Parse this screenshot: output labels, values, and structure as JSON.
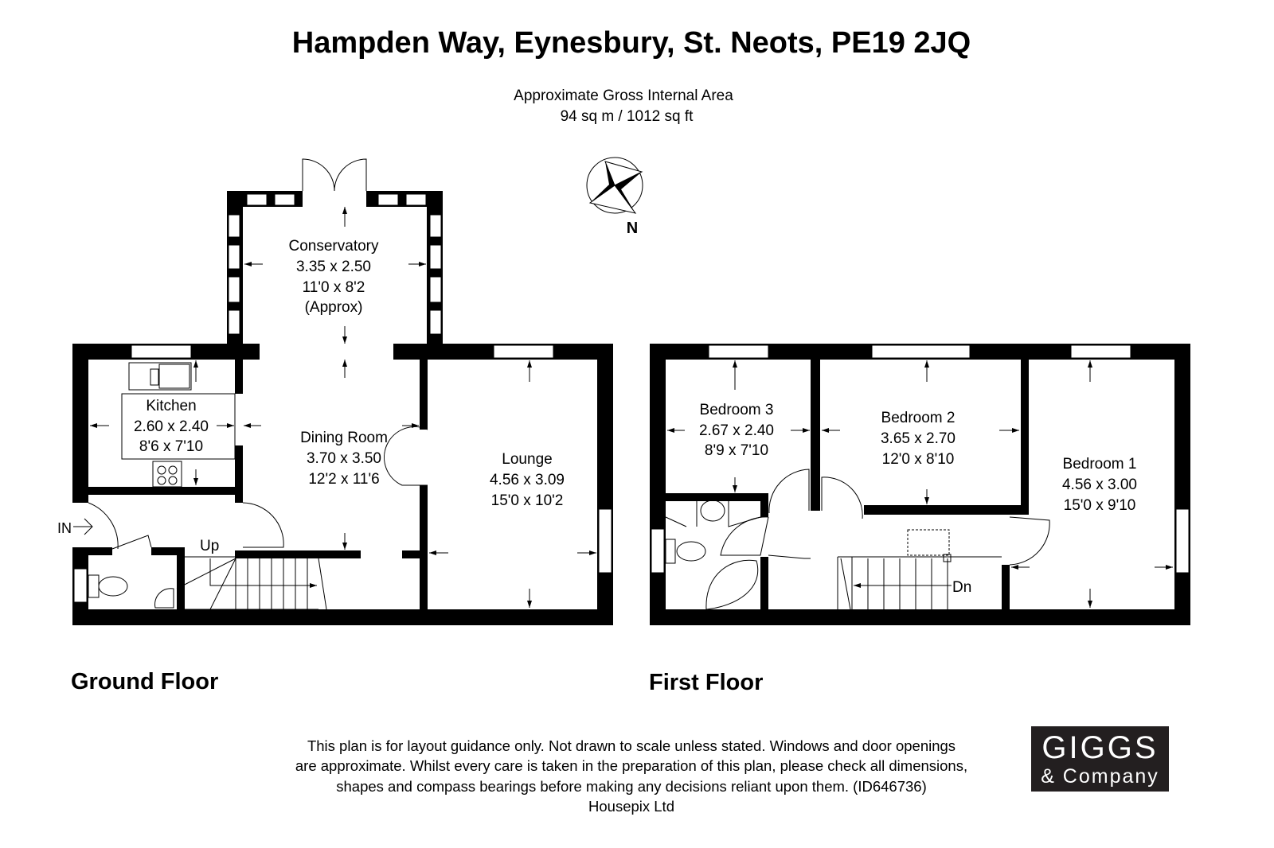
{
  "title": "Hampden Way, Eynesbury, St. Neots, PE19 2JQ",
  "area": {
    "label": "Approximate Gross Internal Area",
    "value": "94 sq m / 1012 sq ft"
  },
  "compass": {
    "label": "N"
  },
  "ground_floor": {
    "label": "Ground Floor",
    "entrance": "IN",
    "stairs": "Up",
    "rooms": [
      {
        "name": "Conservatory",
        "metric": "3.35 x 2.50",
        "imperial": "11'0 x 8'2",
        "note": "(Approx)"
      },
      {
        "name": "Kitchen",
        "metric": "2.60 x 2.40",
        "imperial": "8'6 x 7'10"
      },
      {
        "name": "Dining Room",
        "metric": "3.70 x 3.50",
        "imperial": "12'2 x 11'6"
      },
      {
        "name": "Lounge",
        "metric": "4.56 x 3.09",
        "imperial": "15'0 x 10'2"
      }
    ]
  },
  "first_floor": {
    "label": "First Floor",
    "stairs": "Dn",
    "rooms": [
      {
        "name": "Bedroom 3",
        "metric": "2.67 x 2.40",
        "imperial": "8'9 x 7'10"
      },
      {
        "name": "Bedroom 2",
        "metric": "3.65 x 2.70",
        "imperial": "12'0 x 8'10"
      },
      {
        "name": "Bedroom 1",
        "metric": "4.56 x 3.00",
        "imperial": "15'0 x 9'10"
      }
    ]
  },
  "disclaimer": [
    "This plan is for layout guidance only. Not drawn to scale unless stated. Windows and door openings",
    "are approximate. Whilst every care is taken in the preparation of this plan, please check all dimensions,",
    "shapes and compass bearings before making any decisions reliant upon them. (ID646736)",
    "Housepix Ltd"
  ],
  "logo": {
    "line1": "GIGGS",
    "line2": "& Company"
  }
}
